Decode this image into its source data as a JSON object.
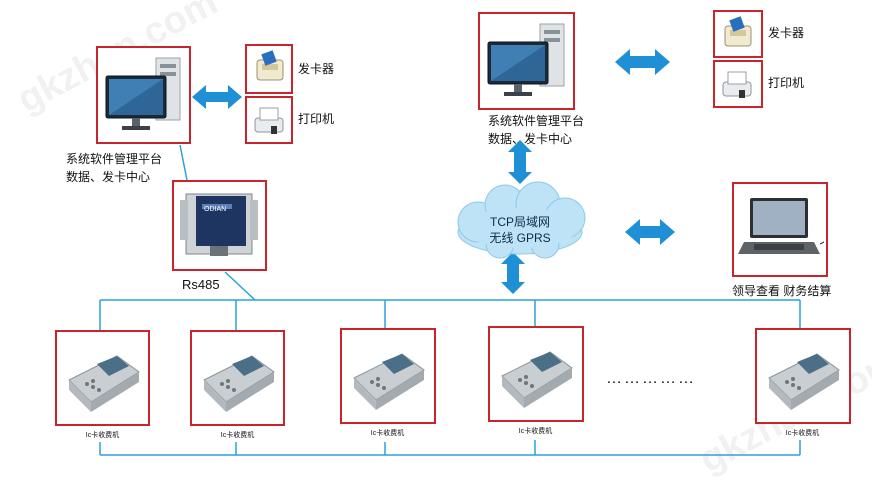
{
  "platform_left": {
    "line1": "系统软件管理平台",
    "line2": "数据、发卡中心"
  },
  "platform_top": {
    "line1": "系统软件管理平台",
    "line2": "数据、发卡中心"
  },
  "peripherals_left": {
    "card_issuer": "发卡器",
    "printer": "打印机"
  },
  "peripherals_right": {
    "card_issuer": "发卡器",
    "printer": "打印机"
  },
  "converter": {
    "label": "Rs485",
    "brand": "ODIAN"
  },
  "cloud": {
    "line1": "TCP局域网",
    "line2": "无线 GPRS"
  },
  "laptop": {
    "label": "领导查看 财务结算"
  },
  "terminals": [
    "Ic卡收费机",
    "Ic卡收费机",
    "Ic卡收费机",
    "Ic卡收费机",
    "Ic卡收费机"
  ],
  "ellipsis": "……………",
  "watermark": "gkzhan.com",
  "colors": {
    "frame": "#c8242b",
    "bus": "#2aa1dd",
    "arrow": "#1f8fd6",
    "cloud": "#bfe3f6"
  }
}
